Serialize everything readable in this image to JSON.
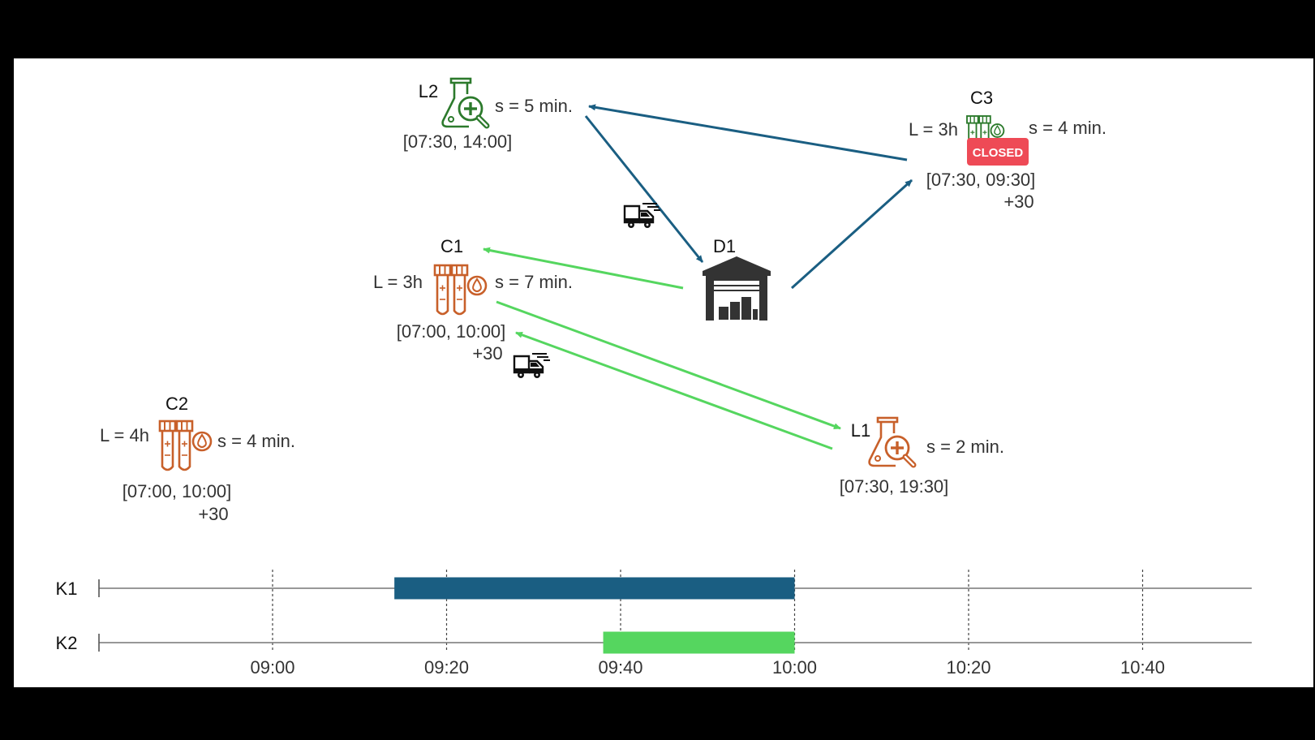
{
  "colors": {
    "blue_route": "#1a5e82",
    "green_route": "#55d65f",
    "customer_orange": "#c8602a",
    "lab_green": "#2c7a2c",
    "closed_badge": "#ee4a56"
  },
  "nodes": {
    "d1": {
      "label": "D1",
      "icon": "warehouse-icon"
    },
    "c1": {
      "label": "C1",
      "L": "L = 3h",
      "s": "s = 7 min.",
      "window": "[07:00, 10:00]",
      "extra": "+30",
      "icon": "blood-sample-tubes-icon"
    },
    "c2": {
      "label": "C2",
      "L": "L = 4h",
      "s": "s = 4 min.",
      "window": "[07:00, 10:00]",
      "extra": "+30",
      "icon": "blood-sample-tubes-icon"
    },
    "c3": {
      "label": "C3",
      "L": "L = 3h",
      "s": "s = 4 min.",
      "window": "[07:30, 09:30]",
      "extra": "+30",
      "icon": "blood-sample-tubes-icon",
      "badge": "CLOSED"
    },
    "l1": {
      "label": "L1",
      "s": "s = 2 min.",
      "window": "[07:30, 19:30]",
      "icon": "lab-flask-icon"
    },
    "l2": {
      "label": "L2",
      "s": "s = 5 min.",
      "window": "[07:30, 14:00]",
      "icon": "lab-flask-icon"
    }
  },
  "timeline": {
    "rows": [
      {
        "label": "K1",
        "start": "09:14",
        "end": "10:00",
        "color": "#1a5e82"
      },
      {
        "label": "K2",
        "start": "09:38",
        "end": "10:00",
        "color": "#55d65f"
      }
    ],
    "ticks": [
      "09:00",
      "09:20",
      "09:40",
      "10:00",
      "10:20",
      "10:40"
    ]
  }
}
